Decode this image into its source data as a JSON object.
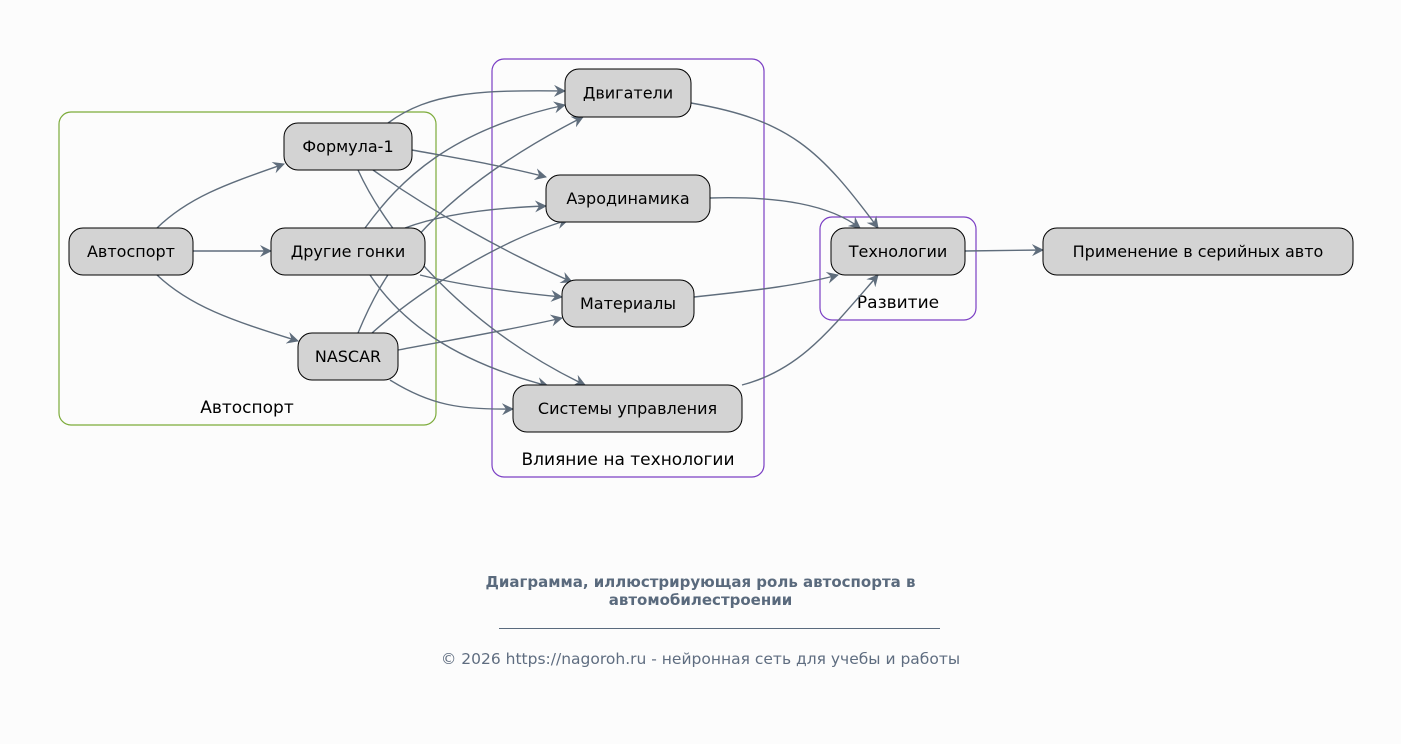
{
  "clusters": {
    "motorsport": "Автоспорт",
    "influence": "Влияние на технологии",
    "development": "Развитие"
  },
  "nodes": {
    "motorsport": "Автоспорт",
    "formula1": "Формула-1",
    "other_races": "Другие гонки",
    "nascar": "NASCAR",
    "engines": "Двигатели",
    "aerodynamics": "Аэродинамика",
    "materials": "Материалы",
    "control_systems": "Системы управления",
    "technologies": "Технологии",
    "production_cars": "Применение в серийных авто"
  },
  "edges": [
    [
      "motorsport",
      "formula1"
    ],
    [
      "motorsport",
      "other_races"
    ],
    [
      "motorsport",
      "nascar"
    ],
    [
      "formula1",
      "engines"
    ],
    [
      "formula1",
      "aerodynamics"
    ],
    [
      "formula1",
      "materials"
    ],
    [
      "formula1",
      "control_systems"
    ],
    [
      "other_races",
      "engines"
    ],
    [
      "other_races",
      "aerodynamics"
    ],
    [
      "other_races",
      "materials"
    ],
    [
      "other_races",
      "control_systems"
    ],
    [
      "nascar",
      "engines"
    ],
    [
      "nascar",
      "aerodynamics"
    ],
    [
      "nascar",
      "materials"
    ],
    [
      "nascar",
      "control_systems"
    ],
    [
      "engines",
      "technologies"
    ],
    [
      "aerodynamics",
      "technologies"
    ],
    [
      "materials",
      "technologies"
    ],
    [
      "control_systems",
      "technologies"
    ],
    [
      "technologies",
      "production_cars"
    ]
  ],
  "colors": {
    "edge": "#5f6d7c",
    "cluster_motorsport": "#7cab3a",
    "cluster_purple": "#7b3fc4",
    "caption": "#5a6a7d"
  },
  "caption": {
    "title": "Диаграмма, иллюстрирующая роль автоспорта в автомобилестроении",
    "footer": "© 2026 https://nagoroh.ru - нейронная сеть для учебы и работы"
  }
}
